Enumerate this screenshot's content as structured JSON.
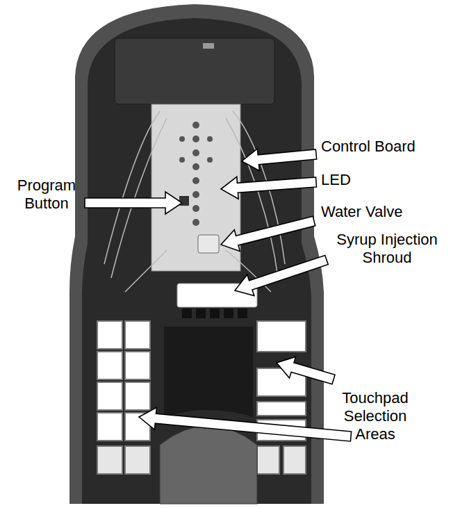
{
  "diagram": {
    "labels": [
      "Control Board",
      "LED",
      "Program Button",
      "Water Valve",
      "Syrup Injection Shroud",
      "Touchpad Selection Areas"
    ]
  }
}
